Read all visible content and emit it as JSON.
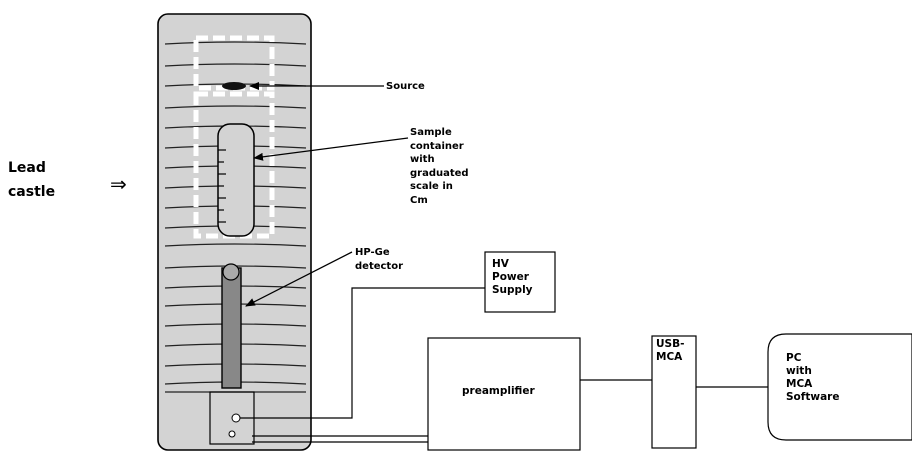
{
  "labels": {
    "lead_castle": "Lead\ncastle",
    "lead_castle_arrow": "⇒",
    "source": "Source",
    "sample_container": "Sample\ncontainer\nwith\ngraduated\nscale in\nCm",
    "detector": "HP-Ge\ndetector",
    "hv_supply": "HV\nPower\nSupply",
    "preamplifier": "preamplifier",
    "usb_mca": "USB-\nMCA",
    "pc": "PC\nwith\nMCA\nSoftware"
  },
  "colors": {
    "castle_fill": "#d3d3d3",
    "outline": "#000000",
    "chamber_border": "#ffffff",
    "detector_fill": "#888888",
    "source_fill": "#111111"
  }
}
